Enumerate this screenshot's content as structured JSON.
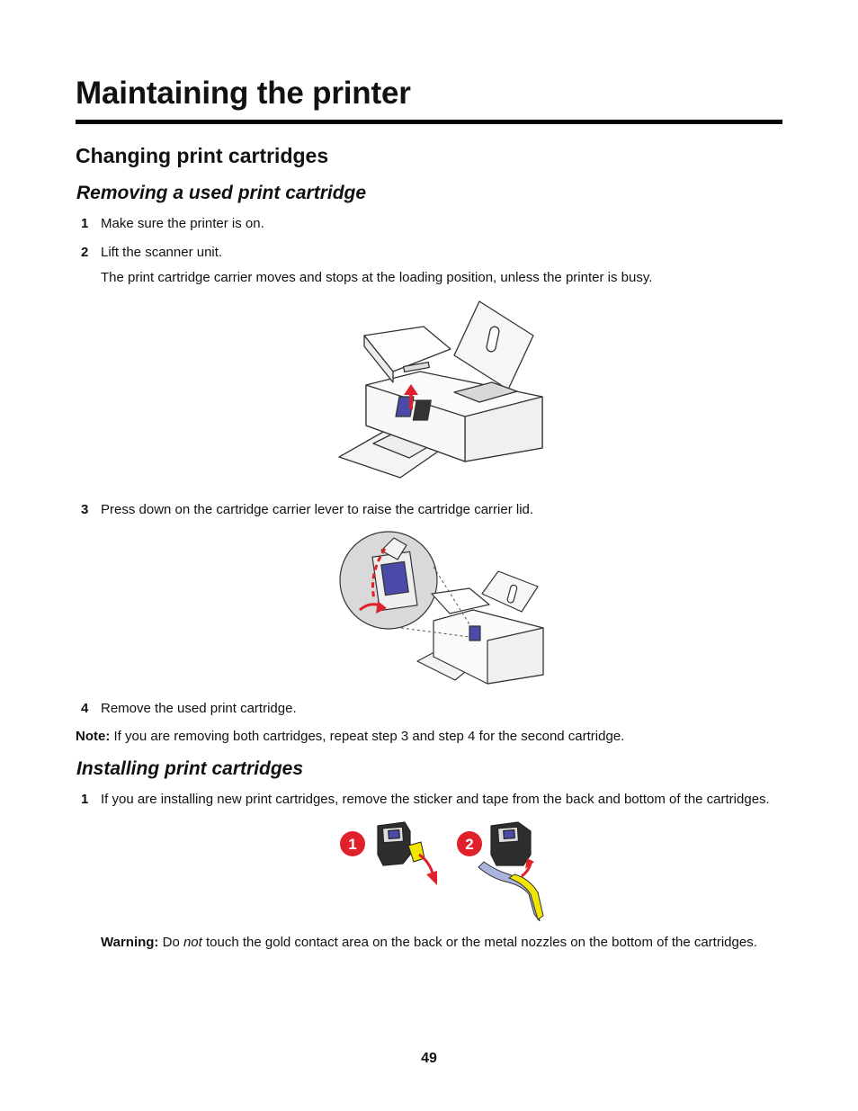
{
  "title": "Maintaining the printer",
  "section": "Changing print cartridges",
  "subsection1": {
    "title": "Removing a used print cartridge",
    "steps": [
      {
        "num": "1",
        "text": "Make sure the printer is on."
      },
      {
        "num": "2",
        "text": "Lift the scanner unit."
      },
      {
        "num": "3",
        "text": "Press down on the cartridge carrier lever to raise the cartridge carrier lid."
      },
      {
        "num": "4",
        "text": "Remove the used print cartridge."
      }
    ],
    "step2_detail": "The print cartridge carrier moves and stops at the loading position, unless the printer is busy.",
    "note_label": "Note:",
    "note_text": "If you are removing both cartridges, repeat step 3 and step 4 for the second cartridge."
  },
  "subsection2": {
    "title": "Installing print cartridges",
    "steps": [
      {
        "num": "1",
        "text": "If you are installing new print cartridges, remove the sticker and tape from the back and bottom of the cartridges."
      }
    ],
    "callouts": [
      "1",
      "2"
    ],
    "warning_label": "Warning:",
    "warning_pre": "Do",
    "warning_em": "not",
    "warning_post": "touch the gold contact area on the back or the metal nozzles on the bottom of the cartridges."
  },
  "page_number": "49",
  "colors": {
    "callout_red": "#e0202a",
    "tape_yellow": "#f2e600",
    "tape_blue": "#aab4dc",
    "cartridge_blue": "#4a4aa8"
  }
}
